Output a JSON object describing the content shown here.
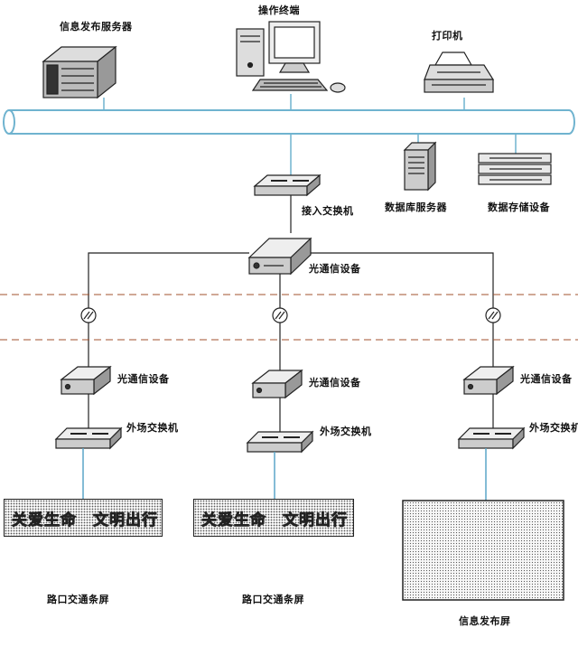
{
  "labels": {
    "info_server": "信息发布服务器",
    "operator_terminal": "操作终端",
    "printer": "打印机",
    "db_server": "数据库服务器",
    "storage": "数据存储设备",
    "access_switch": "接入交换机",
    "optical_main": "光通信设备",
    "optical_1": "光通信设备",
    "optical_2": "光通信设备",
    "optical_3": "光通信设备",
    "field_switch_1": "外场交换机",
    "field_switch_2": "外场交换机",
    "field_switch_3": "外场交换机",
    "screen_caption_1": "路口交通条屏",
    "screen_caption_2": "路口交通条屏",
    "screen_caption_3": "信息发布屏"
  },
  "boards": {
    "board1": {
      "part1": "关爱生命",
      "part2": "文明出行"
    },
    "board2": {
      "part1": "关爱生命",
      "part2": "文明出行"
    }
  },
  "colors": {
    "bus": "#6fb3cf",
    "fiber_link": "#5aa6c8",
    "dashed_boundary": "#a0522d",
    "line": "#222222"
  }
}
